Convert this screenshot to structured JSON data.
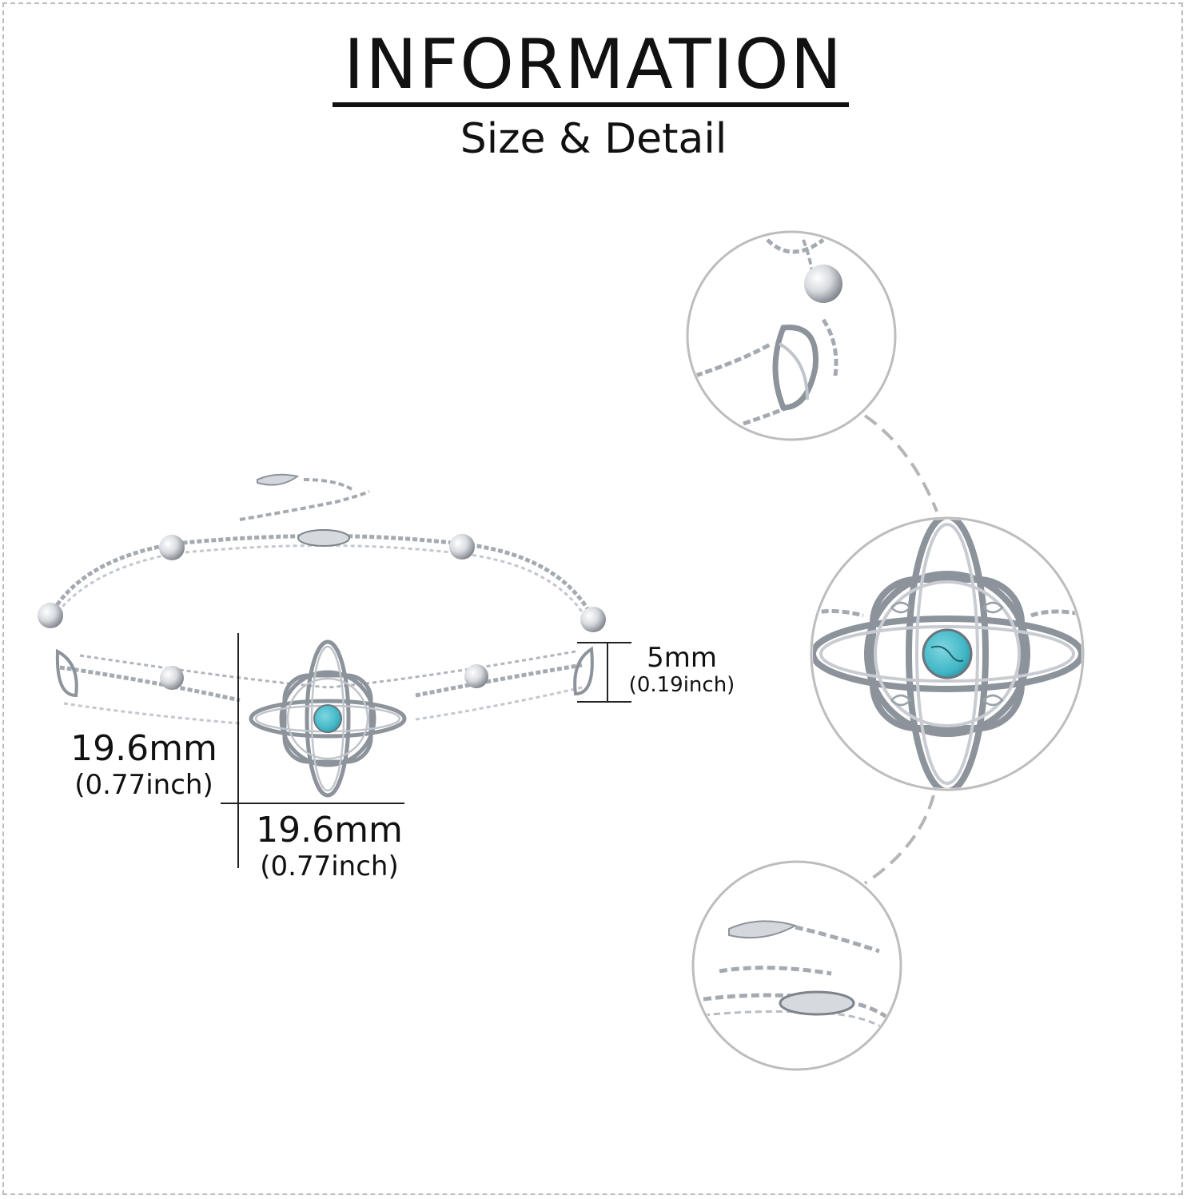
{
  "header": {
    "title": "INFORMATION",
    "subtitle": "Size & Detail"
  },
  "dimensions": {
    "chain_width": {
      "mm": "5mm",
      "inch": "(0.19inch)"
    },
    "pendant_height": {
      "mm": "19.6mm",
      "inch": "(0.77inch)"
    },
    "pendant_width": {
      "mm": "19.6mm",
      "inch": "(0.77inch)"
    }
  },
  "colors": {
    "silver": "#cfd3d8",
    "silver_dark": "#8d939b",
    "turquoise": "#3fb6c6",
    "turquoise_vein": "#1f5f6b",
    "dashes": "#b5b5b5",
    "circle_border": "#bdbdbd"
  },
  "icons": [
    "detail-circle-chain",
    "detail-circle-pendant",
    "detail-circle-clasp"
  ]
}
